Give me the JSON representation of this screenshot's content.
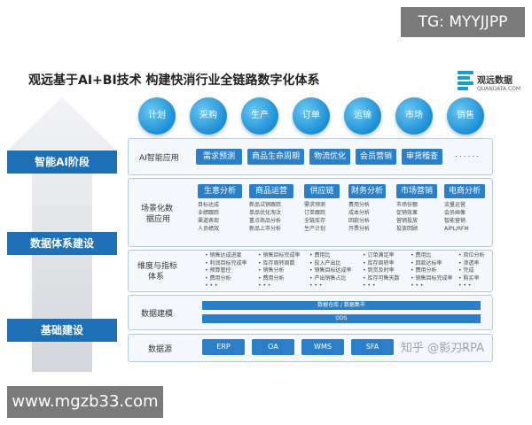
{
  "watermark_top": "TG: MYYJJPP",
  "watermark_bottom": "www.mgzb33.com",
  "title": "观远基于AI+BI技术 构建快消行业全链路数字化体系",
  "logo": {
    "name": "观远数据",
    "sub": "QUANDATA.COM"
  },
  "stages": [
    "智能AI阶段",
    "数据体系建设",
    "基础建设"
  ],
  "chain": [
    "计划",
    "采购",
    "生产",
    "订单",
    "运输",
    "市场",
    "销售"
  ],
  "ai_row": {
    "label": "AI智能应用",
    "tags": [
      "需求预测",
      "商品生命周期",
      "物流优化",
      "会员营销",
      "审货稽查"
    ],
    "more": "......"
  },
  "scene_row": {
    "label_line1": "场景化数",
    "label_line2": "据应用",
    "columns": [
      {
        "head": "生意分析",
        "items": [
          "目标达成",
          "业绩跟踪",
          "渠道表现",
          "人员绩效"
        ]
      },
      {
        "head": "商品运营",
        "items": [
          "新品试销跟踪",
          "单品优化淘汰",
          "重点商品分析",
          "新品上市分析"
        ]
      },
      {
        "head": "供应链",
        "items": [
          "需求预测",
          "订单跟踪",
          "全链库存",
          "生产计划"
        ]
      },
      {
        "head": "财务分析",
        "items": [
          "费用分析",
          "成本分析",
          "回款分析",
          "开票分析"
        ]
      },
      {
        "head": "市场营销",
        "items": [
          "市场份额",
          "促销效果",
          "营销投放",
          "投放回顾"
        ]
      },
      {
        "head": "电商分析",
        "items": [
          "流量运营",
          "会员画像",
          "智能营销",
          "AIPL/RFM"
        ]
      }
    ]
  },
  "metric_row": {
    "label_line1": "维度与指标",
    "label_line2": "体系",
    "columns": [
      [
        "• 销售达成进度",
        "• 利润目标完成率",
        "• 预算管控",
        "• 费用分析",
        "• • •"
      ],
      [
        "• 销售目标完成率",
        "• 库存周转周数",
        "• 销售分析",
        "• 费用分析",
        "• • •"
      ],
      [
        "• 费用比",
        "• 投入产出比",
        "• 销售目标达成率",
        "• 产出销售占比",
        "• • •"
      ],
      [
        "• 订单满足率",
        "• 库存周转率",
        "• 到货及时率",
        "• 库存可售天数",
        "• • •"
      ],
      [
        "• 费用比",
        "• 回款达标率",
        "• 费用分析",
        "• 销售目标完成率",
        "• • •"
      ],
      [
        "• 岗位分析",
        "• 渗透率",
        "• 完成",
        "• 购买率",
        "• • •"
      ]
    ]
  },
  "model_row": {
    "label": "数据建模",
    "bar1": "数据仓库 / 数据集市",
    "bar2": "ODS"
  },
  "source_row": {
    "label": "数据源",
    "items": [
      "ERP",
      "OA",
      "WMS",
      "SFA",
      "......"
    ]
  },
  "zhihu_watermark": "知乎 @影刀RPA",
  "colors": {
    "primary": "#2a7fc8",
    "stage": "#1f6fb5",
    "circle": "#1c8ed6",
    "watermark": "#7a7a7a"
  }
}
